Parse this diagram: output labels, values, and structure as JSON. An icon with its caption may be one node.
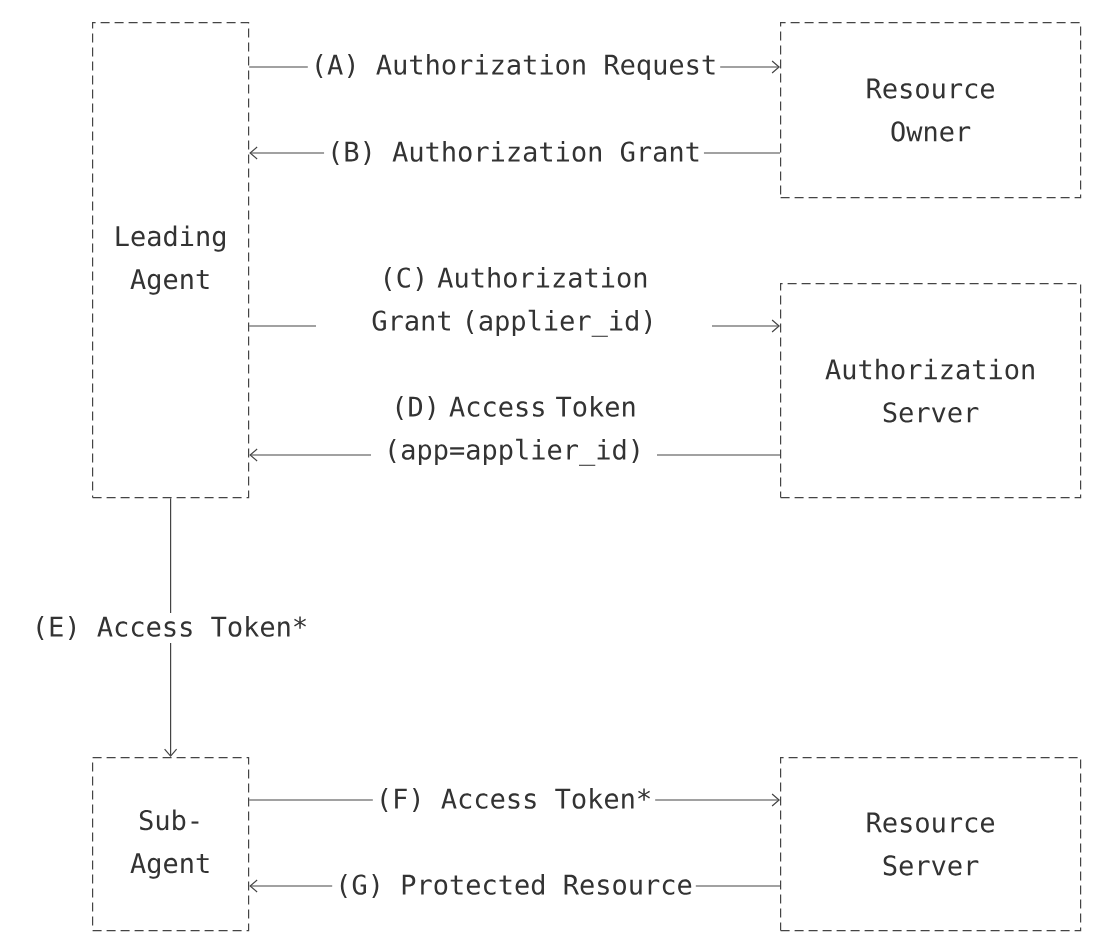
{
  "diagram": {
    "nodes": [
      {
        "text": [
          "Leading Agent"
        ]
      },
      {
        "text": [
          "Resource Owner"
        ]
      },
      {
        "text": [
          "Authorization Server"
        ]
      },
      {
        "text": [
          "Sub-Agent"
        ]
      },
      {
        "text": [
          "Resource Server"
        ]
      }
    ],
    "edges": [
      {
        "from": 0,
        "to": 1,
        "arrow": "to",
        "label": "(A) Authorization Request"
      },
      {
        "from": 1,
        "to": 0,
        "arrow": "to",
        "label": "(B) Authorization Grant"
      },
      {
        "from": 0,
        "to": 2,
        "arrow": "to",
        "label": "(C) Authorization Grant (applier_id)"
      },
      {
        "from": 2,
        "to": 0,
        "arrow": "to",
        "label": "(D) Access Token (app=applier_id)"
      },
      {
        "from": 0,
        "to": 3,
        "arrow": "to",
        "label": "(E) Access Token*"
      },
      {
        "from": 3,
        "to": 4,
        "arrow": "to",
        "label": "(F) Access Token*"
      },
      {
        "from": 4,
        "to": 3,
        "arrow": "to",
        "label": "(G) Protected Resource"
      }
    ]
  }
}
